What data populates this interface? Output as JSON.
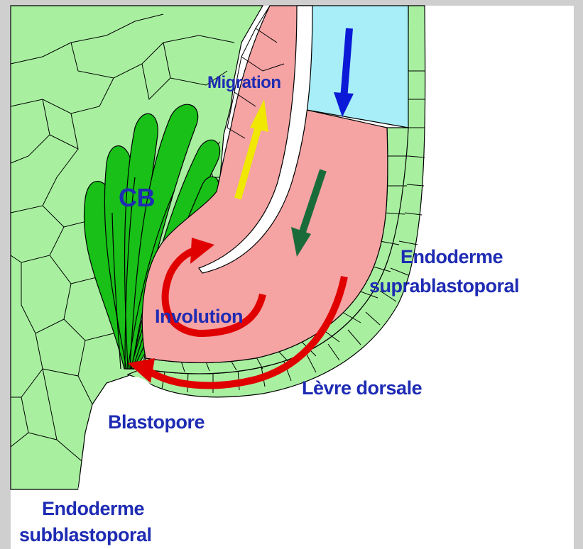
{
  "labels": {
    "migration": "Migration",
    "cb": "CB",
    "involution": "Involution",
    "endoderme_supra_line1": "Endoderme",
    "endoderme_supra_line2": "suprablastoporal",
    "levre_dorsale": "Lèvre dorsale",
    "blastopore": "Blastopore",
    "endoderme_sub_line1": "Endoderme",
    "endoderme_sub_line2": "subblastoporal"
  },
  "colors": {
    "background": "#cfcfcf",
    "panel": "#ffffff",
    "light_green": "#a8f0a0",
    "bottle_green": "#18c018",
    "pink": "#f5a3a3",
    "light_blue": "#a8eef8",
    "label_blue": "#1e2bb3",
    "arrow_blue": "#0a1ad6",
    "arrow_yellow": "#f0e800",
    "arrow_darkgreen": "#1a6b3a",
    "arrow_red": "#e00000"
  }
}
